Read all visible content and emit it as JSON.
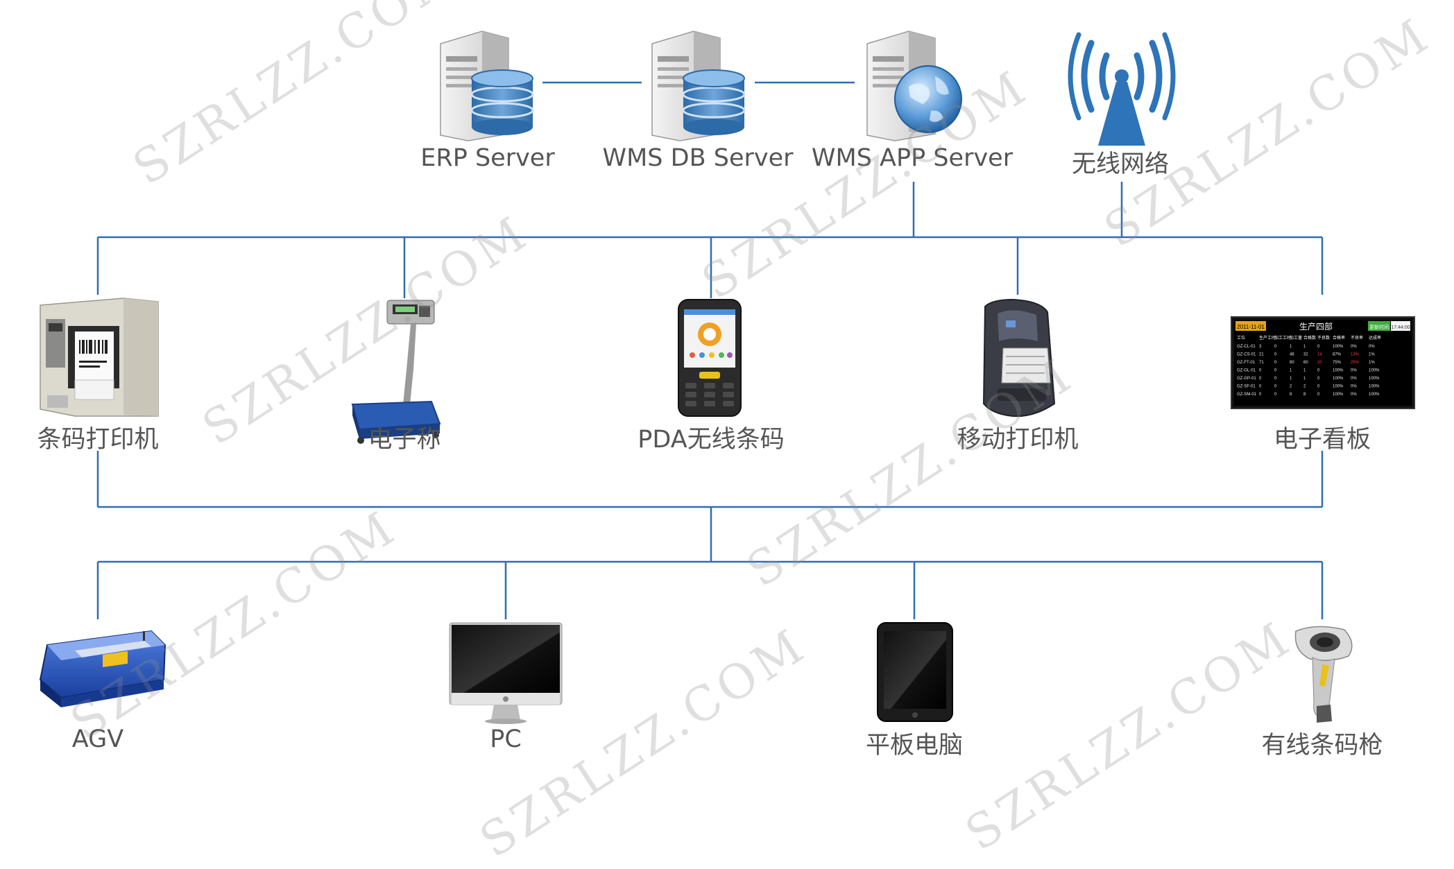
{
  "colors": {
    "line": "#2f6db6",
    "label": "#555555",
    "watermark": "#8c8c8c"
  },
  "servers": [
    {
      "label": "ERP  Server",
      "icon": "server-database-icon"
    },
    {
      "label": "WMS DB  Server",
      "icon": "server-database-icon"
    },
    {
      "label": "WMS APP Server",
      "icon": "server-globe-icon"
    },
    {
      "label": "无线网络",
      "icon": "wireless-antenna-icon"
    }
  ],
  "devices": [
    {
      "label": "条码打印机",
      "icon": "barcode-printer-icon"
    },
    {
      "label": "电子称",
      "icon": "electronic-scale-icon"
    },
    {
      "label": "PDA无线条码",
      "icon": "pda-handheld-icon"
    },
    {
      "label": "移动打印机",
      "icon": "mobile-printer-icon"
    },
    {
      "label": "电子看板",
      "icon": "electronic-board-icon"
    }
  ],
  "clients": [
    {
      "label": "AGV",
      "icon": "agv-robot-icon"
    },
    {
      "label": "PC",
      "icon": "pc-monitor-icon"
    },
    {
      "label": "平板电脑",
      "icon": "tablet-icon"
    },
    {
      "label": "有线条码枪",
      "icon": "barcode-scanner-icon"
    }
  ],
  "kanban": {
    "date": "2011-11-01",
    "title": "生产四部",
    "badge": "更新时间",
    "time": "17:44:00",
    "headers": [
      "工位",
      "生产工时",
      "加工工时",
      "加工量",
      "合格数",
      "不良数",
      "合格率",
      "不良率",
      "达成率"
    ],
    "rows": [
      [
        "GZ-CL-01",
        "3",
        "0",
        "1",
        "1",
        "0",
        "100%",
        "0%",
        "0%"
      ],
      [
        "GZ-CS-01",
        "21",
        "0",
        "46",
        "32",
        "14",
        "87%",
        "13%",
        "1%"
      ],
      [
        "GZ-FT-01",
        "71",
        "0",
        "80",
        "60",
        "20",
        "75%",
        "25%",
        "1%"
      ],
      [
        "GZ-GL-01",
        "0",
        "0",
        "1",
        "1",
        "0",
        "100%",
        "0%",
        "100%"
      ],
      [
        "GZ-GP-01",
        "0",
        "0",
        "1",
        "1",
        "0",
        "100%",
        "0%",
        "100%"
      ],
      [
        "GZ-SF-01",
        "0",
        "0",
        "2",
        "2",
        "0",
        "100%",
        "0%",
        "100%"
      ],
      [
        "GZ-SM-01",
        "0",
        "0",
        "8",
        "8",
        "0",
        "100%",
        "0%",
        "100%"
      ]
    ]
  },
  "watermark_text": "SZRLZZ.COM"
}
